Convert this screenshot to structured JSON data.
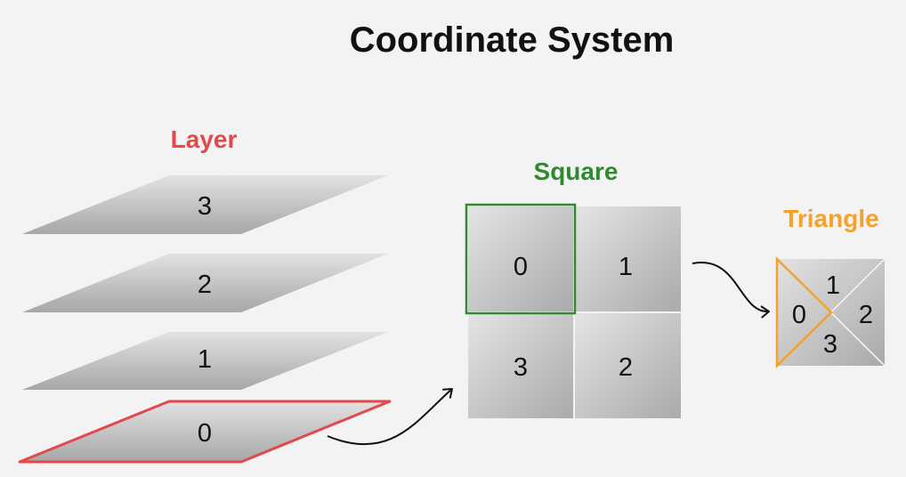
{
  "title": "Coordinate System",
  "layer": {
    "label": "Layer",
    "items": [
      "3",
      "2",
      "1",
      "0"
    ],
    "highlight_color": "#e24a4a"
  },
  "square": {
    "label": "Square",
    "cells": [
      "0",
      "1",
      "3",
      "2"
    ],
    "highlight_color": "#2f8a2f"
  },
  "triangle": {
    "label": "Triangle",
    "sections": [
      "0",
      "1",
      "2",
      "3"
    ],
    "highlight_color": "#f5a12b"
  },
  "colors": {
    "background": "#f3f3f3",
    "shape_light": "#e2e2e2",
    "shape_dark": "#a7a7a7",
    "text": "#111111"
  }
}
